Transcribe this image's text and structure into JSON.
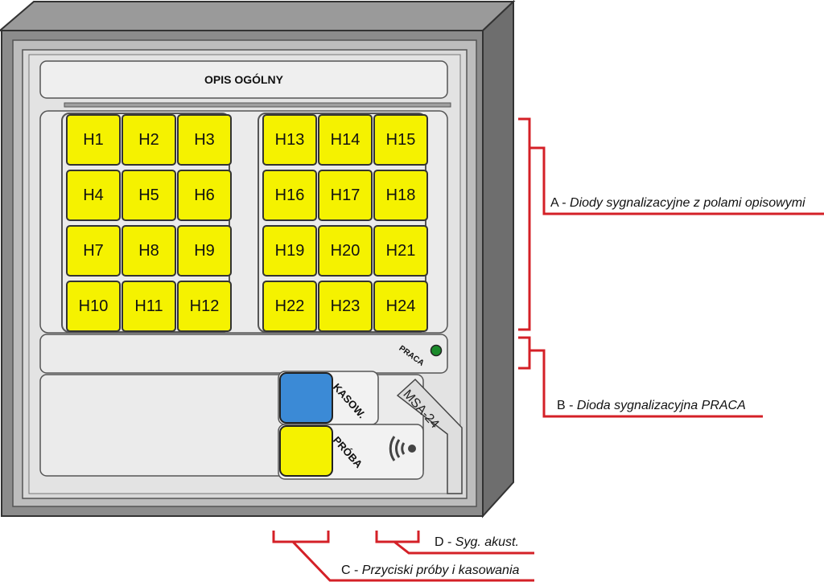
{
  "device": {
    "title": "OPIS OGÓLNY",
    "model": "MSA-24",
    "praca_label": "PRACA",
    "reset_label": "KASOW.",
    "test_label": "PRÓBA",
    "left_indicators": [
      "H1",
      "H2",
      "H3",
      "H4",
      "H5",
      "H6",
      "H7",
      "H8",
      "H9",
      "H10",
      "H11",
      "H12"
    ],
    "right_indicators": [
      "H13",
      "H14",
      "H15",
      "H16",
      "H17",
      "H18",
      "H19",
      "H20",
      "H21",
      "H22",
      "H23",
      "H24"
    ]
  },
  "callouts": {
    "a_letter": "A - ",
    "a_text": "Diody sygnalizacyjne z polami opisowymi",
    "b_letter": "B - ",
    "b_text": "Dioda sygnalizacyjna PRACA",
    "c_letter": "C - ",
    "c_text": "Przyciski próby i kasowania",
    "d_letter": "D - ",
    "d_text": "Syg. akust."
  },
  "colors": {
    "indicator": "#f5f200",
    "reset_button": "#3b8ad6",
    "test_button": "#f5f200",
    "praca_led": "#1a8a2a",
    "callout_line": "#d42027"
  }
}
